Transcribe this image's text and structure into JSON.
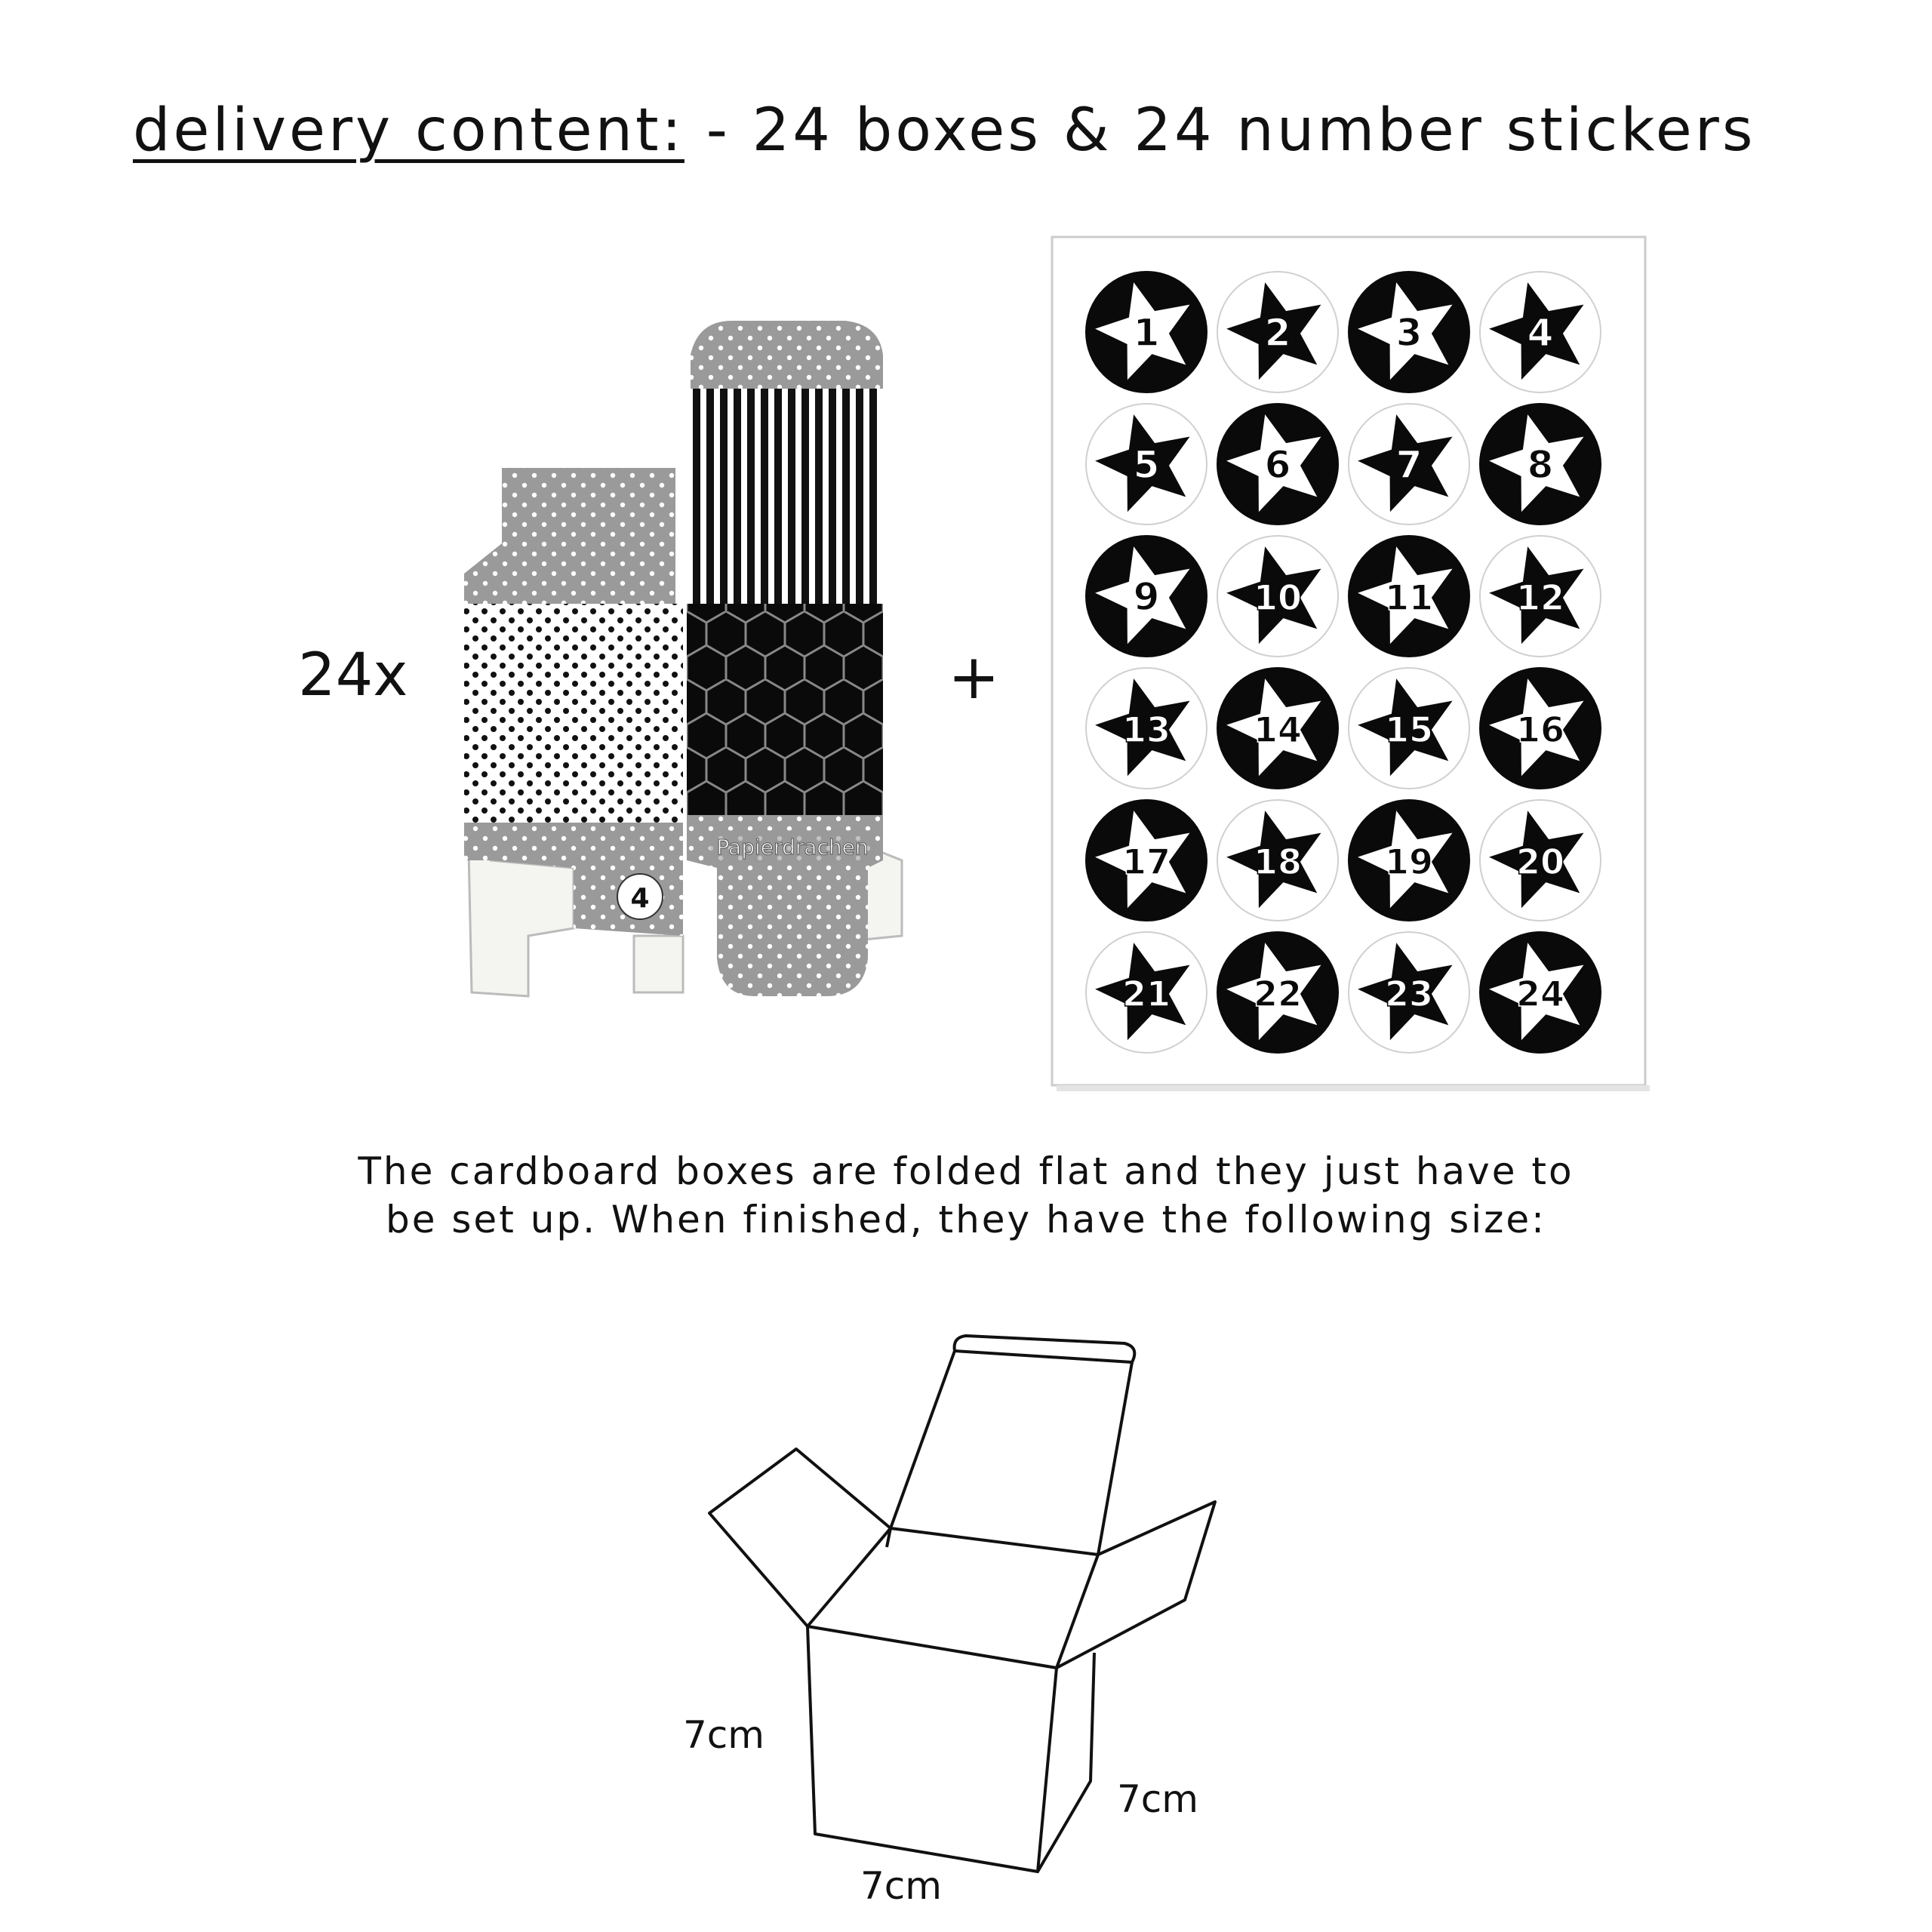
{
  "heading": {
    "label": "delivery content:",
    "text": " - 24 boxes & 24 number stickers"
  },
  "quantity": "24x",
  "plus": "+",
  "box": {
    "brand": "Papierdrachen",
    "sticker_number": "4"
  },
  "stickers": [
    "1",
    "2",
    "3",
    "4",
    "5",
    "6",
    "7",
    "8",
    "9",
    "10",
    "11",
    "12",
    "13",
    "14",
    "15",
    "16",
    "17",
    "18",
    "19",
    "20",
    "21",
    "22",
    "23",
    "24"
  ],
  "description": {
    "line1": "The cardboard boxes are folded flat and they just have to",
    "line2": "be set up. When finished, they have the following size:"
  },
  "dimensions": {
    "height": "7cm",
    "width": "7cm",
    "depth": "7cm"
  },
  "colors": {
    "black": "#0a0a0a",
    "grey": "#9a9a9a",
    "white": "#ffffff"
  }
}
